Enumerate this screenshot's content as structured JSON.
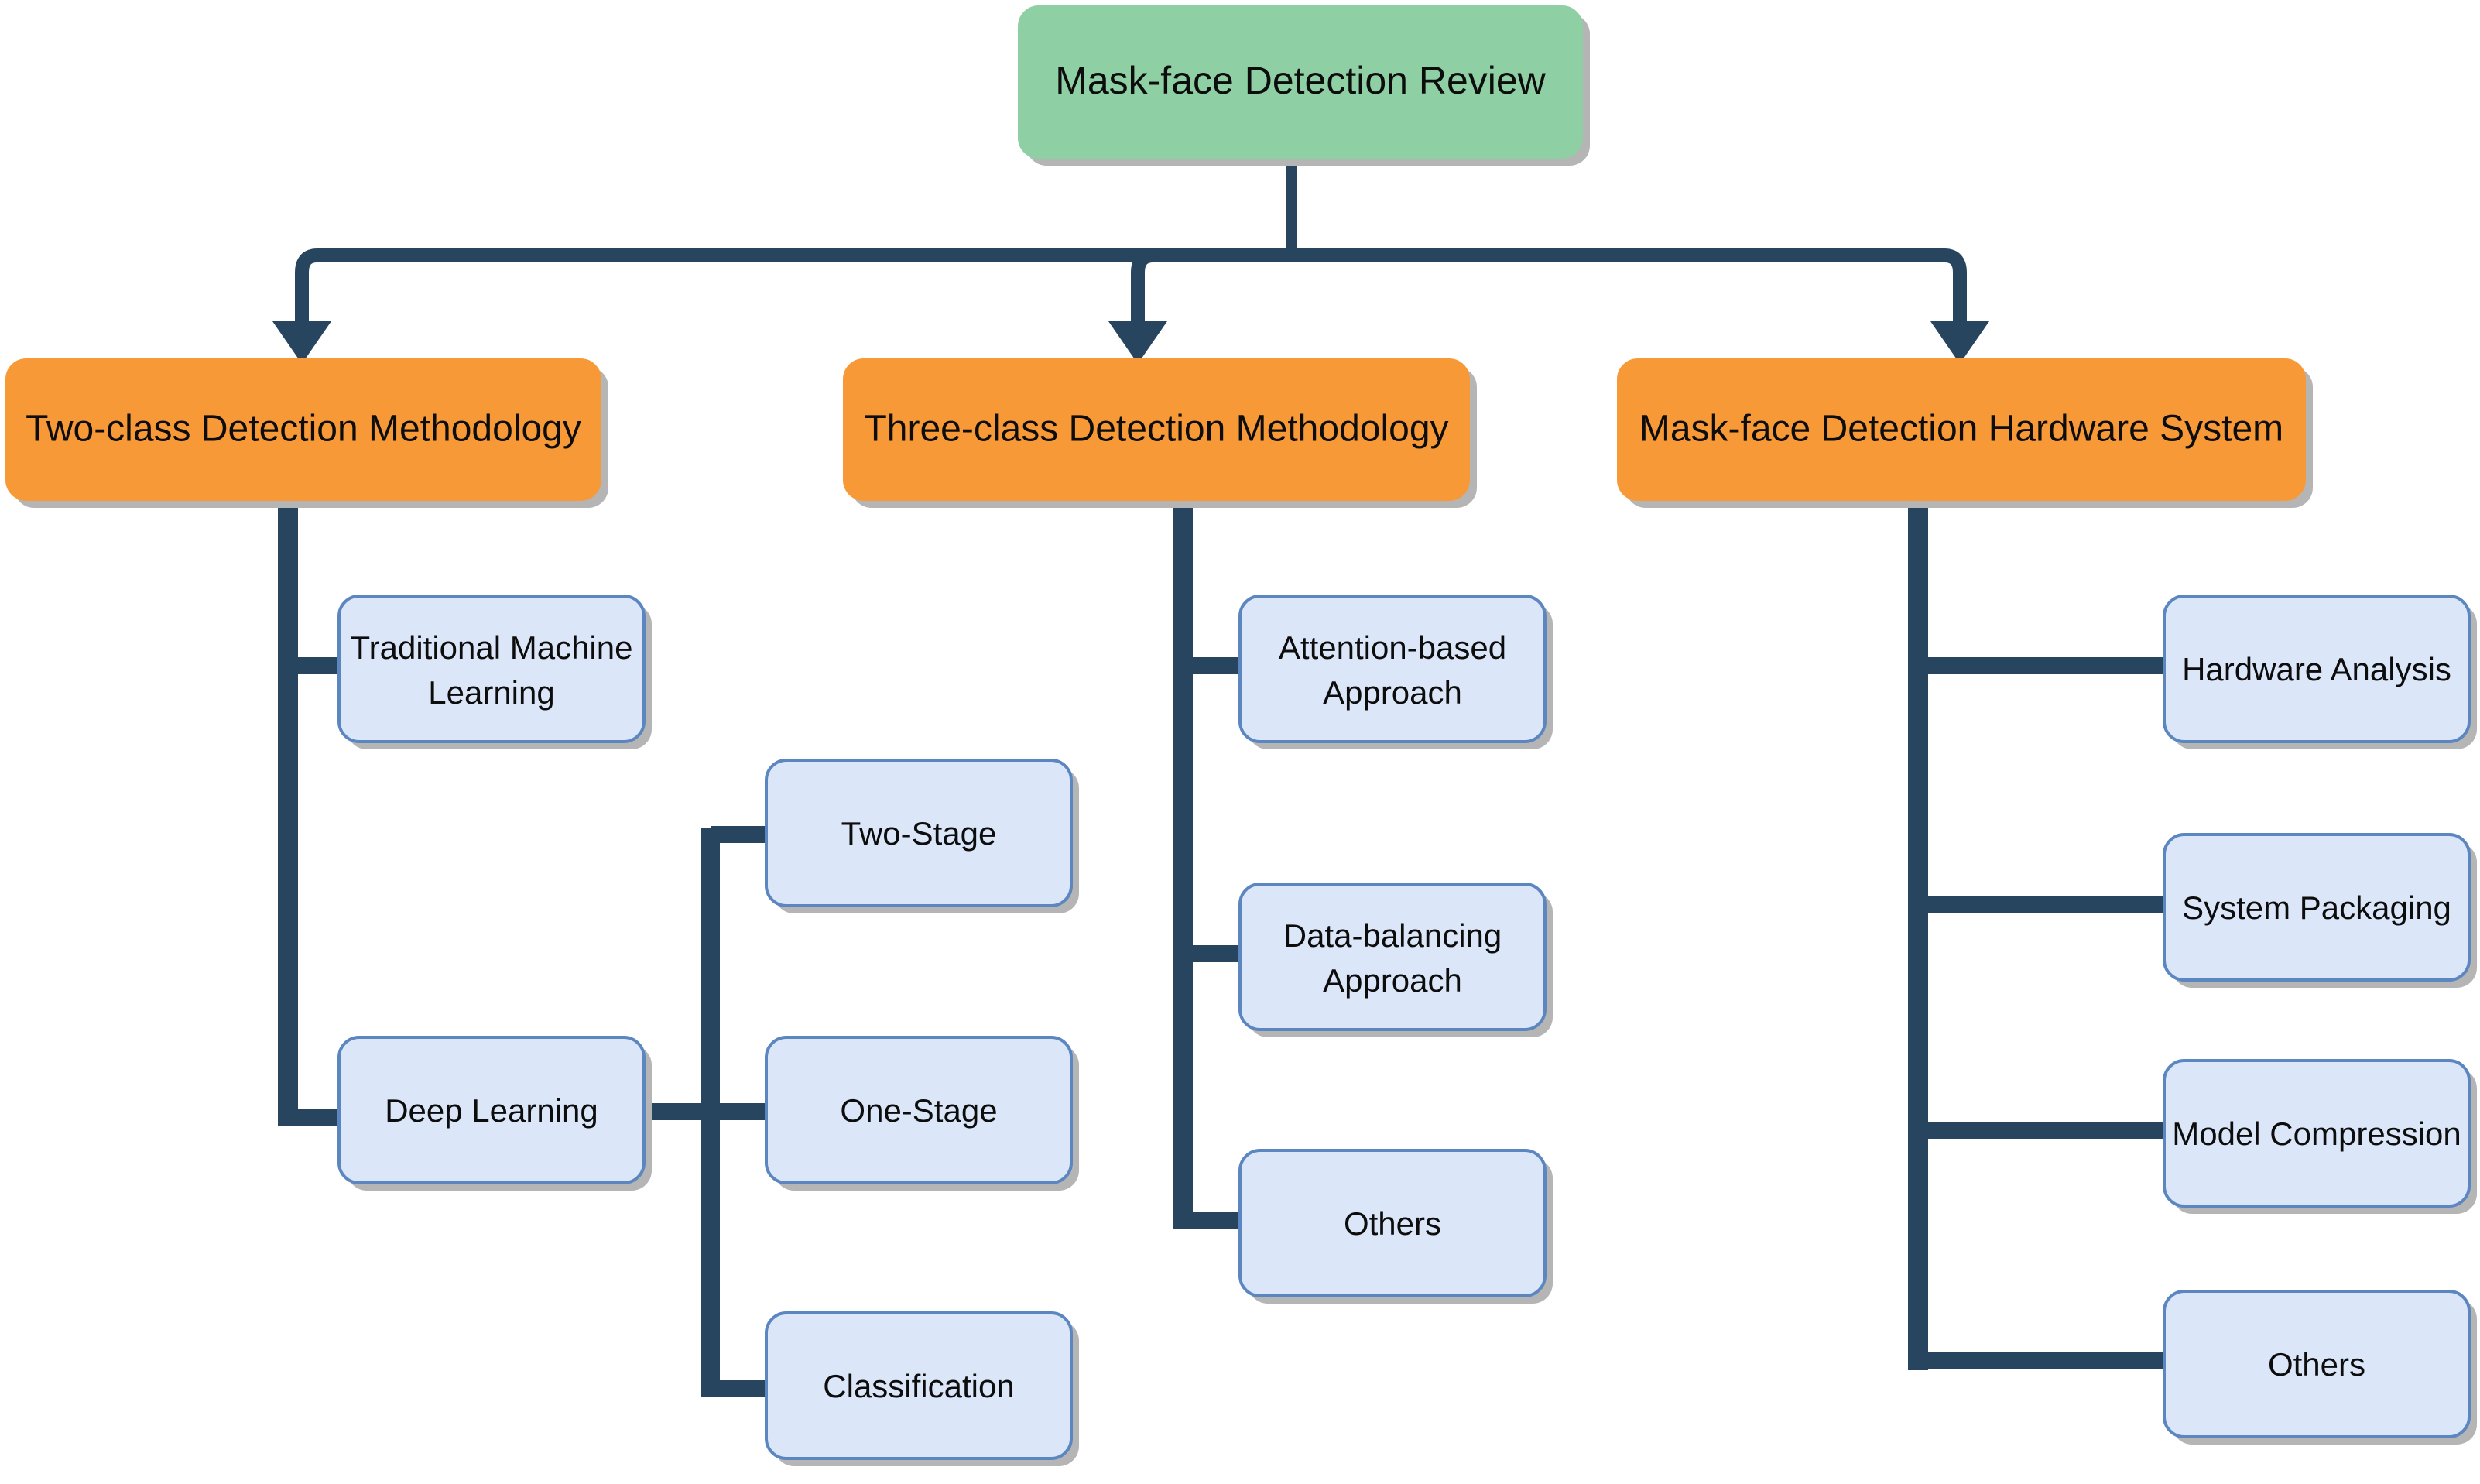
{
  "diagram": {
    "title": "Mask-face Detection Review",
    "type": "tree-hierarchy",
    "orientation": "top-down-then-right",
    "colors": {
      "root_fill": "#8ecfa4",
      "root_stroke": "#8ecfa4",
      "category_fill": "#f89938",
      "category_stroke": "#f89938",
      "leaf_fill": "#dbe6f8",
      "leaf_stroke": "#5b86c0",
      "connector": "#27455e",
      "shadow": "#b5b5b5",
      "text": "#0d0d0d",
      "background": "#ffffff"
    },
    "root": {
      "id": "root",
      "label": "Mask-face Detection Review"
    },
    "categories": [
      {
        "id": "two-class",
        "label": "Two-class Detection Methodology",
        "children": [
          {
            "id": "traditional-ml",
            "label": "Traditional Machine Learning",
            "children": []
          },
          {
            "id": "deep-learning",
            "label": "Deep Learning",
            "children": [
              {
                "id": "two-stage",
                "label": "Two-Stage"
              },
              {
                "id": "one-stage",
                "label": "One-Stage"
              },
              {
                "id": "classification",
                "label": "Classification"
              }
            ]
          }
        ]
      },
      {
        "id": "three-class",
        "label": "Three-class Detection Methodology",
        "children": [
          {
            "id": "attention-based",
            "label": "Attention-based Approach",
            "children": []
          },
          {
            "id": "data-balancing",
            "label": "Data-balancing Approach",
            "children": []
          },
          {
            "id": "three-class-others",
            "label": "Others",
            "children": []
          }
        ]
      },
      {
        "id": "hardware-system",
        "label": "Mask-face Detection Hardware System",
        "children": [
          {
            "id": "hardware-analysis",
            "label": "Hardware Analysis",
            "children": []
          },
          {
            "id": "system-packaging",
            "label": "System Packaging",
            "children": []
          },
          {
            "id": "model-compression",
            "label": "Model Compression",
            "children": []
          },
          {
            "id": "hardware-others",
            "label": "Others",
            "children": []
          }
        ]
      }
    ],
    "labels": {
      "root_title": "Mask-face Detection Review",
      "cat_two_class": "Two-class Detection Methodology",
      "cat_three_class": "Three-class Detection Methodology",
      "cat_hardware": "Mask-face Detection Hardware System",
      "leaf_traditional_ml_line1": "Traditional Machine",
      "leaf_traditional_ml_line2": "Learning",
      "leaf_deep_learning": "Deep Learning",
      "leaf_two_stage": "Two-Stage",
      "leaf_one_stage": "One-Stage",
      "leaf_classification": "Classification",
      "leaf_attention_line1": "Attention-based",
      "leaf_attention_line2": "Approach",
      "leaf_databal_line1": "Data-balancing",
      "leaf_databal_line2": "Approach",
      "leaf_three_others": "Others",
      "leaf_hardware_analysis": "Hardware Analysis",
      "leaf_system_packaging": "System Packaging",
      "leaf_model_compression": "Model Compression",
      "leaf_hardware_others": "Others"
    }
  }
}
